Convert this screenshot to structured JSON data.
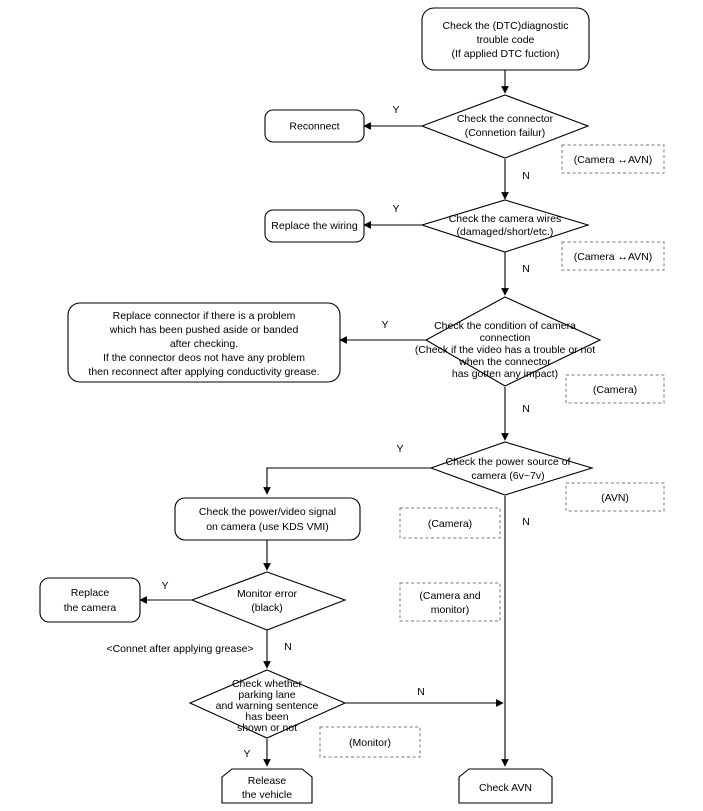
{
  "diagram": {
    "title": "Camera / AVN diagnostic troubleshooting flowchart",
    "colors": {
      "background": "#ffffff",
      "stroke": "#000000",
      "dashed_stroke": "#7a7a7a",
      "text": "#000000"
    }
  },
  "nodes": {
    "start": {
      "shape": "rounded-rectangle",
      "lines": [
        "Check the (DTC)diagnostic",
        "trouble code",
        "(If applied DTC fuction)"
      ]
    },
    "decision_connector": {
      "shape": "diamond",
      "lines": [
        "Check the connector",
        "(Connetion failur)"
      ]
    },
    "action_reconnect": {
      "shape": "rounded-rectangle",
      "lines": [
        "Reconnect"
      ]
    },
    "decision_wires": {
      "shape": "diamond",
      "lines": [
        "Check the camera wires",
        "(damaged/short/etc.)"
      ]
    },
    "action_replace_wiring": {
      "shape": "rounded-rectangle",
      "lines": [
        "Replace the wiring"
      ]
    },
    "decision_camera_connection": {
      "shape": "diamond",
      "lines": [
        "Check the condition of camera",
        "connection",
        "(Check if the video has a trouble or not",
        "when the connector",
        "has gotten any impact)"
      ]
    },
    "action_replace_connector": {
      "shape": "rounded-rectangle",
      "lines": [
        "Replace connector if there is a problem",
        "which has been pushed aside or banded",
        "after checking.",
        "If the connector deos not have any problem",
        "then reconnect after applying conductivity grease."
      ]
    },
    "decision_power_source": {
      "shape": "diamond",
      "lines": [
        "Check the power source of",
        "camera (6v~7v)"
      ]
    },
    "action_check_signal": {
      "shape": "rounded-rectangle",
      "lines": [
        "Check the power/video signal",
        "on camera (use KDS VMI)"
      ]
    },
    "decision_monitor_error": {
      "shape": "diamond",
      "lines": [
        "Monitor error",
        "(black)"
      ]
    },
    "action_replace_camera": {
      "shape": "rounded-rectangle",
      "lines": [
        "Replace",
        "the camera"
      ]
    },
    "decision_parking_lane": {
      "shape": "diamond",
      "lines": [
        "Check whether",
        "parking lane",
        "and warning sentence",
        "has been",
        "shown or not"
      ]
    },
    "terminal_release": {
      "shape": "card",
      "lines": [
        "Release",
        "the vehicle"
      ]
    },
    "terminal_check_avn": {
      "shape": "card",
      "lines": [
        "Check AVN"
      ]
    }
  },
  "annotations": [
    {
      "id": "annot-camera-avn-1",
      "text": "(Camera ↔AVN)"
    },
    {
      "id": "annot-camera-avn-2",
      "text": "(Camera ↔AVN)"
    },
    {
      "id": "annot-camera-1",
      "text": "(Camera)"
    },
    {
      "id": "annot-avn",
      "text": "(AVN)"
    },
    {
      "id": "annot-camera-2",
      "text": "(Camera)"
    },
    {
      "id": "annot-camera-and-monitor",
      "text": "(Camera and\nmonitor)"
    },
    {
      "id": "annot-monitor",
      "text": "(Monitor)"
    }
  ],
  "annotation_lines": {
    "camera_and_monitor": [
      "(Camera and",
      "monitor)"
    ]
  },
  "notes": {
    "grease_note": "<Connet after applying grease>"
  },
  "edge_labels": {
    "yes": "Y",
    "no": "N"
  }
}
